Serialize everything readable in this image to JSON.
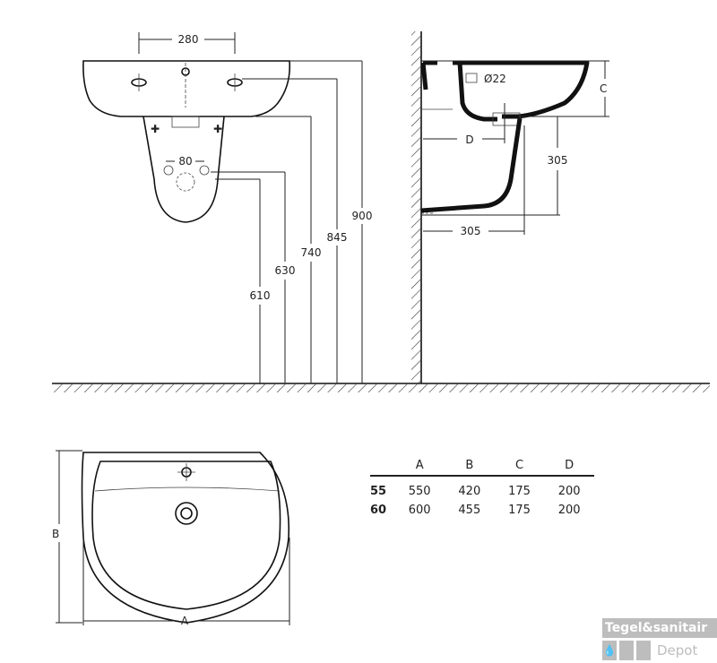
{
  "front_view": {
    "dims": {
      "tap_spacing": "280",
      "waste_spacing": "80",
      "h610": "610",
      "h630": "630",
      "h740": "740",
      "h845": "845",
      "h900": "900"
    }
  },
  "side_view": {
    "dims": {
      "pipe": "Ø22",
      "C": "C",
      "D": "D",
      "v305": "305",
      "h305": "305"
    }
  },
  "top_view": {
    "dims": {
      "A": "A",
      "B": "B"
    }
  },
  "table": {
    "headers": [
      "A",
      "B",
      "C",
      "D"
    ],
    "rows": [
      {
        "label": "55",
        "values": [
          "550",
          "420",
          "175",
          "200"
        ]
      },
      {
        "label": "60",
        "values": [
          "600",
          "455",
          "175",
          "200"
        ]
      }
    ]
  },
  "logo": {
    "line1": "Tegel&sanitair",
    "line2": "Depot"
  }
}
